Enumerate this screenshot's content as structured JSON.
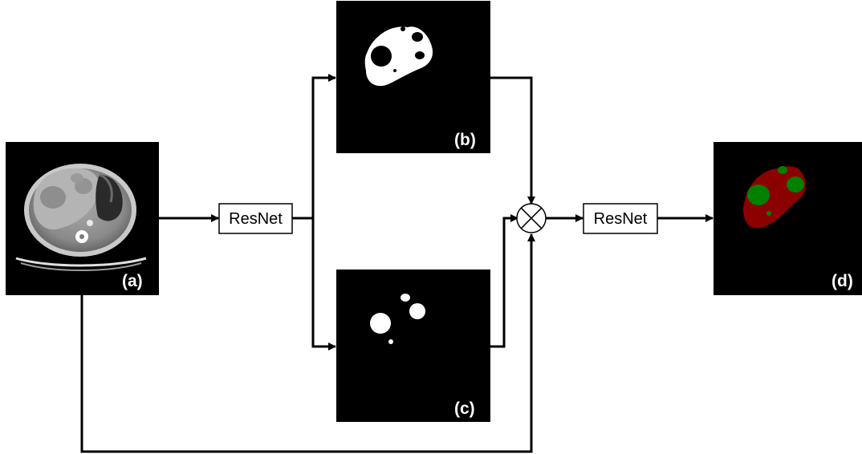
{
  "panels": {
    "a": {
      "label": "(a)"
    },
    "b": {
      "label": "(b)"
    },
    "c": {
      "label": "(c)"
    },
    "d": {
      "label": "(d)"
    }
  },
  "blocks": {
    "resnet_1": {
      "label": "ResNet"
    },
    "resnet_2": {
      "label": "ResNet"
    }
  },
  "operator": {
    "symbol": "multiply"
  },
  "colors": {
    "liver": "#8b0000",
    "tumor": "#008000",
    "mask": "#ffffff",
    "background": "#000000",
    "line": "#000000"
  }
}
